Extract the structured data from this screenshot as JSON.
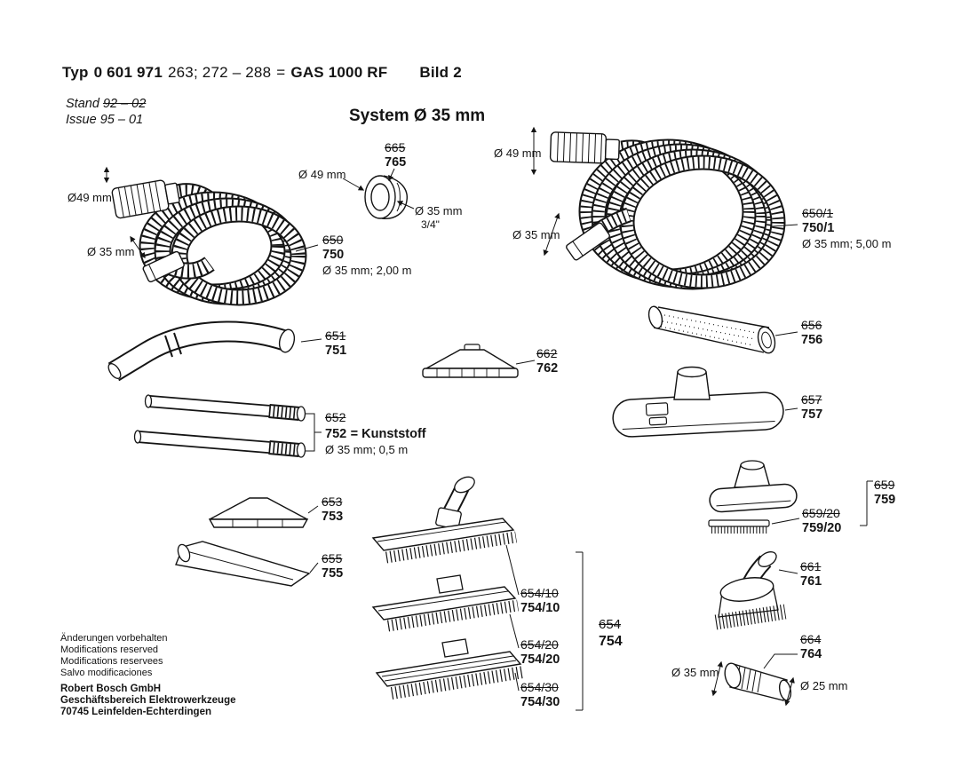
{
  "header": {
    "typ": "Typ",
    "typ_number": "0 601 971",
    "typ_variants": "263; 272 – 288",
    "equals": "=",
    "model": "GAS 1000 RF",
    "bild": "Bild 2",
    "stand_label": "Stand",
    "stand_value": "92 – 02",
    "issue_label": "Issue",
    "issue_value": "95 – 01",
    "system_title": "System Ø 35 mm"
  },
  "parts": {
    "hose_2m": {
      "old": "650",
      "new": "750",
      "note": "Ø 35 mm; 2,00 m"
    },
    "adapter_765": {
      "old": "665",
      "new": "765"
    },
    "hose_5m": {
      "old": "650/1",
      "new": "750/1",
      "note": "Ø 35 mm; 5,00 m"
    },
    "bent_tube": {
      "old": "651",
      "new": "751"
    },
    "nozzle_762": {
      "old": "662",
      "new": "762"
    },
    "tube_756": {
      "old": "656",
      "new": "756"
    },
    "floor_757": {
      "old": "657",
      "new": "757"
    },
    "tube_752": {
      "old": "652",
      "new": "752",
      "suffix": "= Kunststoff",
      "note": "Ø 35 mm; 0,5 m"
    },
    "nozzle_753": {
      "old": "653",
      "new": "753"
    },
    "uphol_759": {
      "old": "659",
      "new": "759"
    },
    "brush_759_20": {
      "old": "659/20",
      "new": "759/20"
    },
    "crevice_755": {
      "old": "655",
      "new": "755"
    },
    "brush_754_10": {
      "old": "654/10",
      "new": "754/10"
    },
    "brush_754_20": {
      "old": "654/20",
      "new": "754/20"
    },
    "brush_754_30": {
      "old": "654/30",
      "new": "754/30"
    },
    "group_754": {
      "old": "654",
      "new": "754"
    },
    "round_761": {
      "old": "661",
      "new": "761"
    },
    "adapter_764": {
      "old": "664",
      "new": "764"
    }
  },
  "dims": {
    "hose2m_d49": "Ø49 mm",
    "hose2m_d35": "Ø 35 mm",
    "a765_d49": "Ø 49 mm",
    "a765_d35": "Ø 35 mm",
    "a765_34": "3/4\"",
    "hose5m_d49": "Ø 49 mm",
    "hose5m_d35": "Ø 35 mm",
    "a764_d35": "Ø 35 mm",
    "a764_d25": "Ø 25 mm"
  },
  "footer": {
    "line1": "Änderungen vorbehalten",
    "line2": "Modifications reserved",
    "line3": "Modifications reservees",
    "line4": "Salvo modificaciones",
    "company": "Robert Bosch GmbH",
    "division": "Geschäftsbereich Elektrowerkzeuge",
    "address": "70745 Leinfelden-Echterdingen"
  }
}
